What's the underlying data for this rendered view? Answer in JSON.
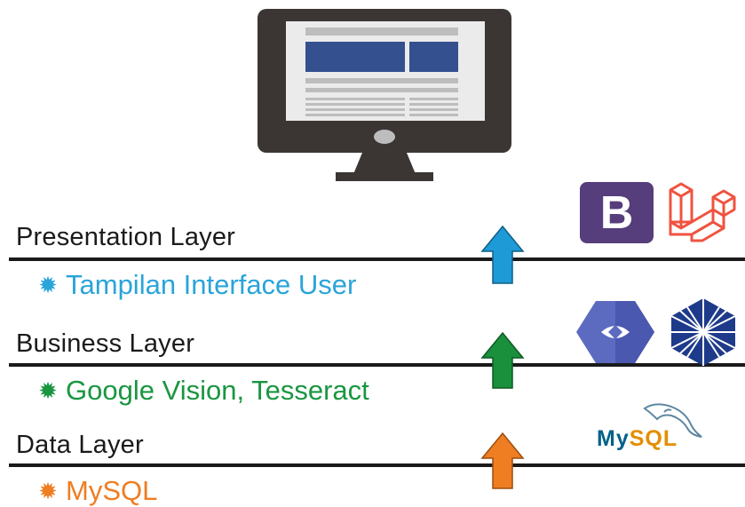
{
  "layers": [
    {
      "label": "Presentation Layer",
      "detail": "Tampilan Interface User",
      "color": "#2aa4d9",
      "arrow_color": "#1e9ad6",
      "icon_names": [
        "bootstrap-icon",
        "laravel-icon"
      ]
    },
    {
      "label": "Business Layer",
      "detail": "Google Vision, Tesseract",
      "color": "#1a9641",
      "arrow_color": "#1a8f3c",
      "icon_names": [
        "google-cloud-vision-icon",
        "tesseract-icon"
      ]
    },
    {
      "label": "Data Layer",
      "detail": "MySQL",
      "color": "#ef7d22",
      "arrow_color": "#ef7d22",
      "icon_names": [
        "mysql-logo"
      ]
    }
  ],
  "icons": {
    "bootstrap_letter": "B",
    "bootstrap_color": "#563d7c",
    "laravel_color": "#f05340",
    "vision_color": "#5c6bc0",
    "tesseract_color": "#1e3a8a"
  },
  "mysql_logo_text": "MySQL",
  "bullet_glyph": "✹",
  "monitor_icon": "desktop-monitor-icon"
}
